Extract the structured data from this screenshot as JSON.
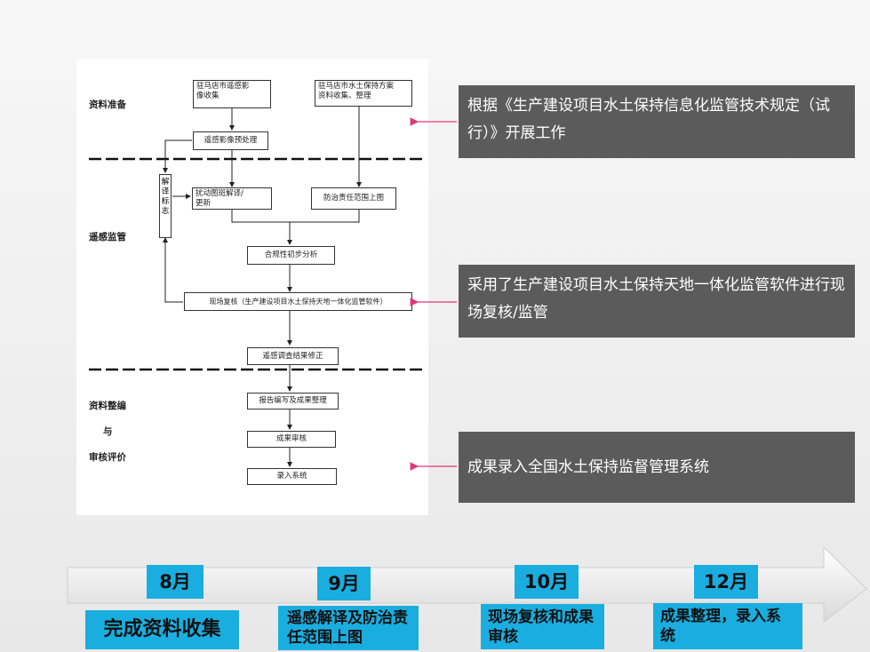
{
  "flowchart": {
    "stages": {
      "prep": "资料准备",
      "monitor": "遥感监管",
      "compile": "资料整编",
      "and": "与",
      "review": "审核评价"
    },
    "boxes": {
      "rs_collect": "驻马店市遥感影\n像收集",
      "plan_collect": "驻马店市水土保持方案\n资料收集、整理",
      "rs_preprocess": "遥感影像预处理",
      "interp_sign": "解译标志",
      "disturb_interp": "扰动图斑解译/\n更新",
      "resp_scope": "防治责任范围上图",
      "compliance": "合规性初步分析",
      "field_check": "现场复核（生产建设项目水土保持天地一体化监管软件）",
      "result_fix": "遥感调查结果修正",
      "report": "报告编写及成果整理",
      "result_review": "成果审核",
      "entry": "录入系统"
    }
  },
  "callouts": [
    "根据《生产建设项目水土保持信息化监管技术规定（试行）》开展工作",
    "采用了生产建设项目水土保持天地一体化监管软件进行现场复核/监管",
    "成果录入全国水土保持监督管理系统"
  ],
  "timeline": {
    "months": [
      "8月",
      "9月",
      "10月",
      "12月"
    ],
    "milestones": [
      "完成资料收集",
      "遥感解译及防治责任范围上图",
      "现场复核和成果审核",
      "成果整理，录入系统"
    ]
  },
  "colors": {
    "accent_blue": "#1aaee0",
    "callout_gray": "#5b5b5b",
    "pointer_pink": "#e0367a"
  }
}
